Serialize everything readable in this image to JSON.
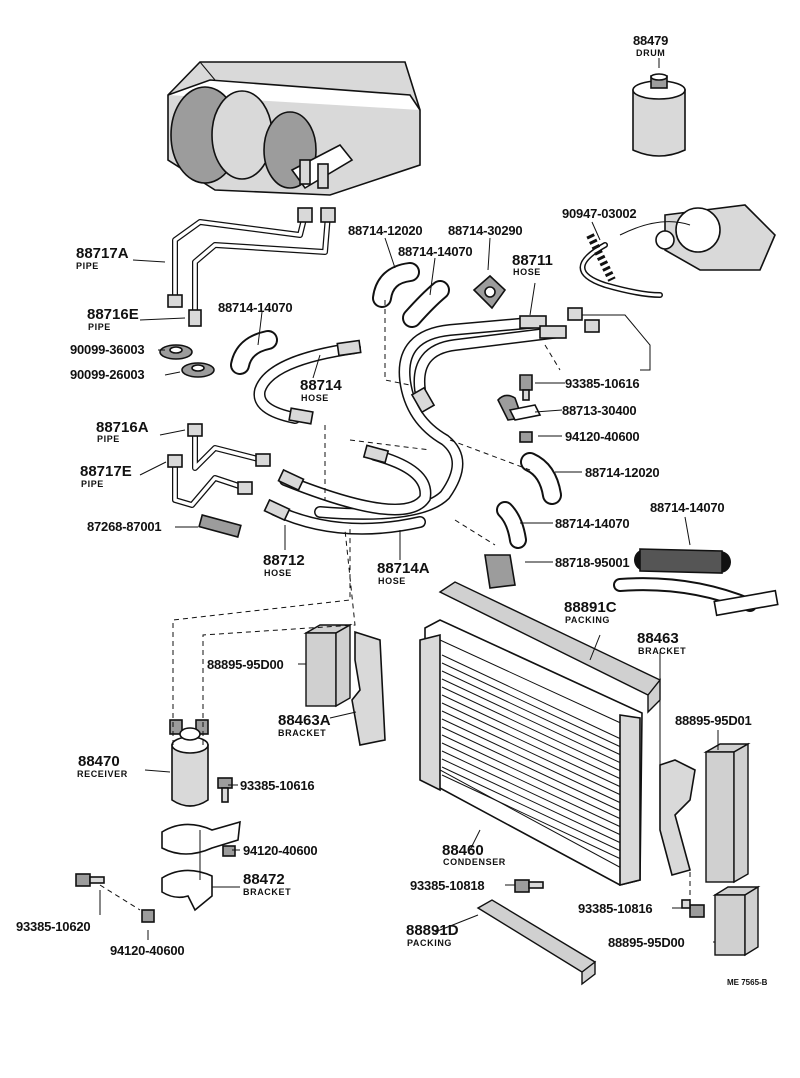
{
  "diagram": {
    "catalog_code": "ME 7565-B",
    "parts": [
      {
        "id": "drum",
        "number": "88479",
        "name": "DRUM"
      },
      {
        "id": "tube-90947",
        "number": "90947-03002",
        "name": ""
      },
      {
        "id": "pipe-88717a",
        "number": "88717A",
        "name": "PIPE"
      },
      {
        "id": "pipe-88716e",
        "number": "88716E",
        "name": "PIPE"
      },
      {
        "id": "grommet-36003",
        "number": "90099-36003",
        "name": ""
      },
      {
        "id": "grommet-26003",
        "number": "90099-26003",
        "name": ""
      },
      {
        "id": "boot-12020-top",
        "number": "88714-12020",
        "name": ""
      },
      {
        "id": "clamp-30290",
        "number": "88714-30290",
        "name": ""
      },
      {
        "id": "boot-14070-mid",
        "number": "88714-14070",
        "name": ""
      },
      {
        "id": "hose-88711",
        "number": "88711",
        "name": "HOSE"
      },
      {
        "id": "boot-14070-left",
        "number": "88714-14070",
        "name": ""
      },
      {
        "id": "hose-88714",
        "number": "88714",
        "name": "HOSE"
      },
      {
        "id": "bolt-93385-top",
        "number": "93385-10616",
        "name": ""
      },
      {
        "id": "clamp-30400",
        "number": "88713-30400",
        "name": ""
      },
      {
        "id": "nut-94120-top",
        "number": "94120-40600",
        "name": ""
      },
      {
        "id": "pipe-88716a",
        "number": "88716A",
        "name": "PIPE"
      },
      {
        "id": "pipe-88717e",
        "number": "88717E",
        "name": "PIPE"
      },
      {
        "id": "boot-12020-right",
        "number": "88714-12020",
        "name": ""
      },
      {
        "id": "cushion-87268",
        "number": "87268-87001",
        "name": ""
      },
      {
        "id": "boot-14070-right",
        "number": "88714-14070",
        "name": ""
      },
      {
        "id": "hose-14070-far",
        "number": "88714-14070",
        "name": ""
      },
      {
        "id": "hose-88712",
        "number": "88712",
        "name": "HOSE"
      },
      {
        "id": "hose-88714a",
        "number": "88714A",
        "name": "HOSE"
      },
      {
        "id": "clamp-95001",
        "number": "88718-95001",
        "name": ""
      },
      {
        "id": "packing-88891c",
        "number": "88891C",
        "name": "PACKING"
      },
      {
        "id": "foam-95d00-left",
        "number": "88895-95D00",
        "name": ""
      },
      {
        "id": "bracket-88463",
        "number": "88463",
        "name": "BRACKET"
      },
      {
        "id": "bracket-88463a",
        "number": "88463A",
        "name": "BRACKET"
      },
      {
        "id": "foam-95d01",
        "number": "88895-95D01",
        "name": ""
      },
      {
        "id": "receiver-88470",
        "number": "88470",
        "name": "RECEIVER"
      },
      {
        "id": "bolt-93385-mid",
        "number": "93385-10616",
        "name": ""
      },
      {
        "id": "nut-94120-mid",
        "number": "94120-40600",
        "name": ""
      },
      {
        "id": "condenser-88460",
        "number": "88460",
        "name": "CONDENSER"
      },
      {
        "id": "bracket-88472",
        "number": "88472",
        "name": "BRACKET"
      },
      {
        "id": "bolt-10818",
        "number": "93385-10818",
        "name": ""
      },
      {
        "id": "bolt-10816",
        "number": "93385-10816",
        "name": ""
      },
      {
        "id": "bolt-10620",
        "number": "93385-10620",
        "name": ""
      },
      {
        "id": "packing-88891d",
        "number": "88891D",
        "name": "PACKING"
      },
      {
        "id": "foam-95d00-right",
        "number": "88895-95D00",
        "name": ""
      },
      {
        "id": "nut-94120-bottom",
        "number": "94120-40600",
        "name": ""
      }
    ]
  }
}
